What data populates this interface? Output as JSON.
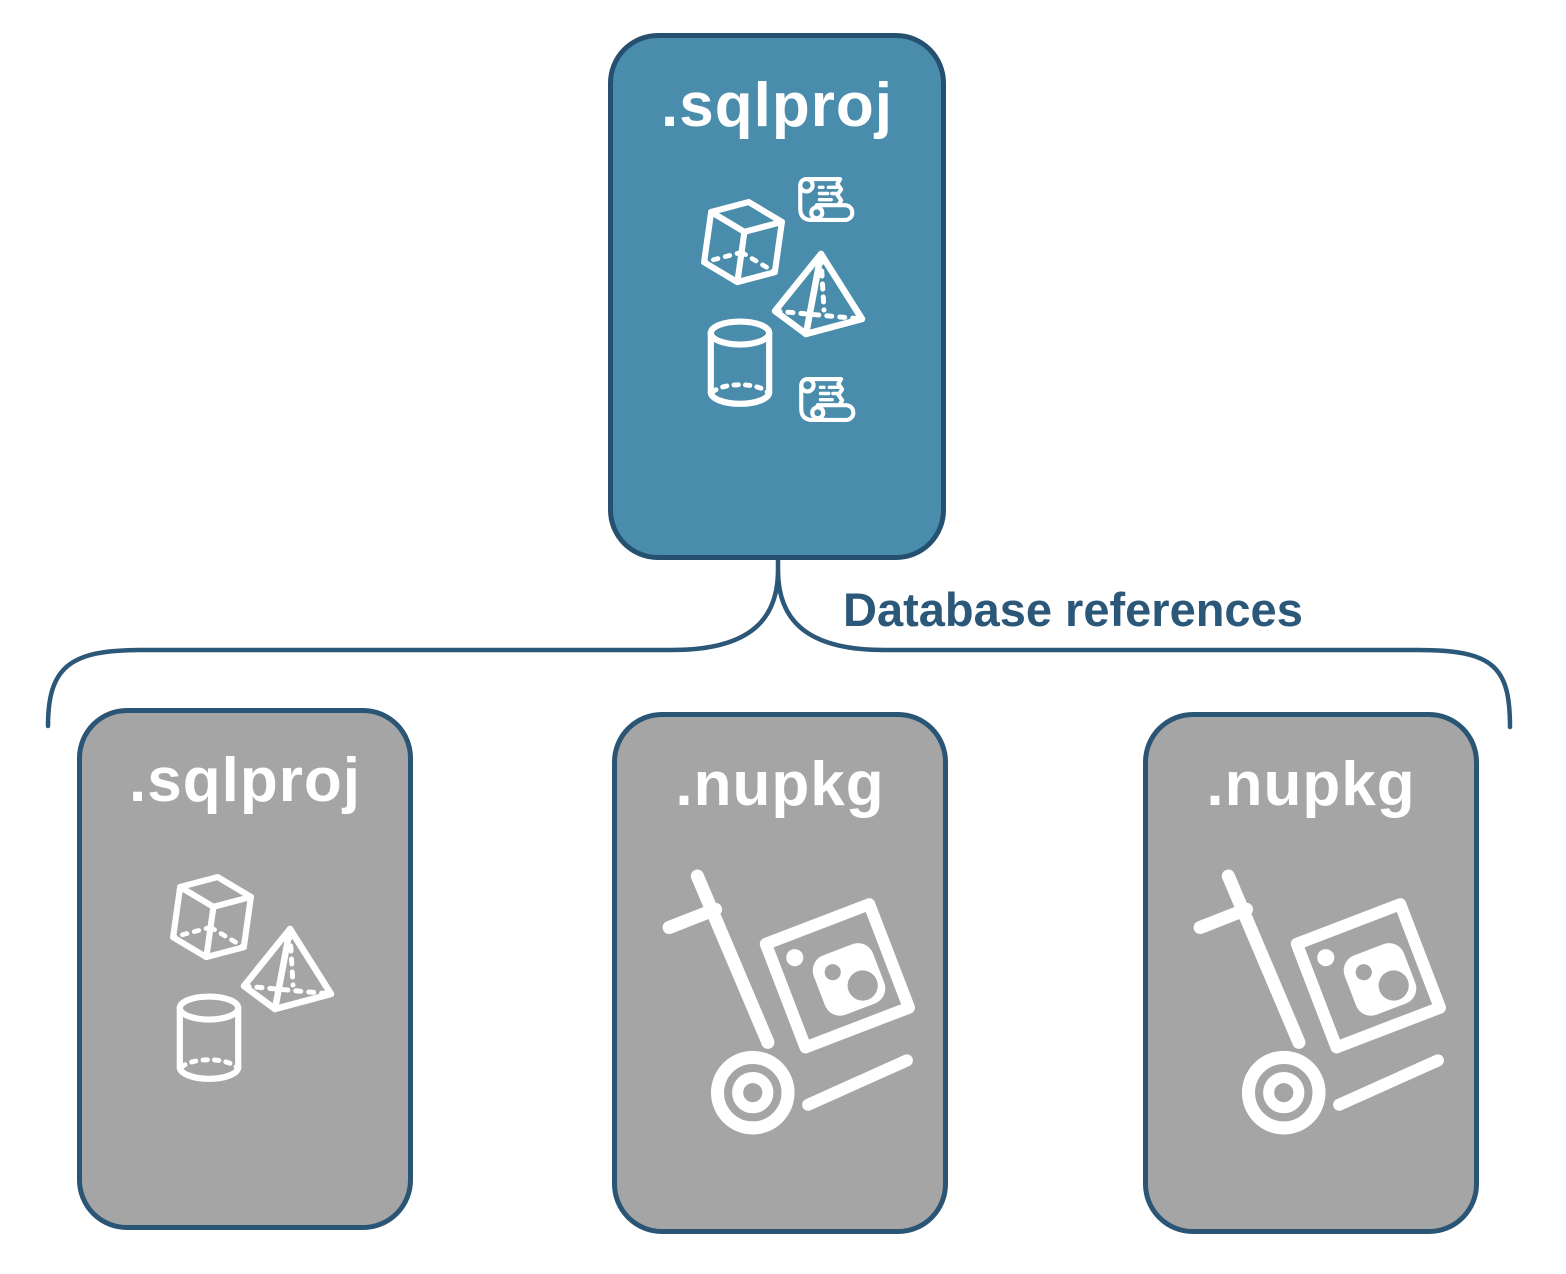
{
  "diagram": {
    "root": {
      "label": ".sqlproj",
      "icons": [
        "cube-icon",
        "script-scroll-icon",
        "pyramid-icon",
        "cylinder-icon",
        "script-scroll-icon"
      ]
    },
    "edge_label": "Database references",
    "children": [
      {
        "label": ".sqlproj",
        "icons": [
          "cube-icon",
          "pyramid-icon",
          "cylinder-icon"
        ]
      },
      {
        "label": ".nupkg",
        "icons": [
          "nuget-hand-truck-icon"
        ]
      },
      {
        "label": ".nupkg",
        "icons": [
          "nuget-hand-truck-icon"
        ]
      }
    ],
    "colors": {
      "root_fill": "#4a8cab",
      "root_border": "#26506f",
      "child_fill": "#a5a5a5",
      "child_border": "#2b5575",
      "connector": "#2b5778",
      "edge_label_text": "#2b5778",
      "node_label_text": "#ffffff",
      "background": "#ffffff"
    }
  }
}
